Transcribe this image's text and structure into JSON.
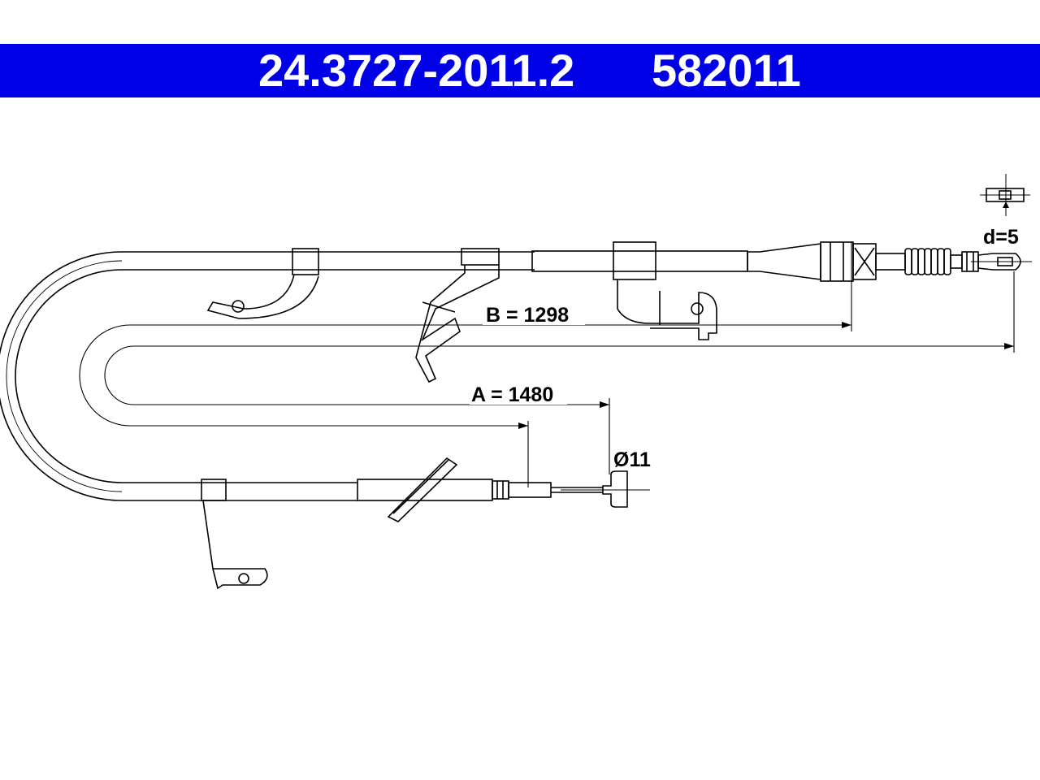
{
  "header": {
    "part_number": "24.3727-2011.2",
    "reference_number": "582011",
    "background_color": "#0000e6",
    "text_color": "#ffffff"
  },
  "dimensions": {
    "a_label": "A = 1480",
    "b_label": "B = 1298",
    "diameter_label": "Ø11",
    "d_label": "d=5"
  },
  "colors": {
    "line": "#000000",
    "background": "#ffffff"
  }
}
